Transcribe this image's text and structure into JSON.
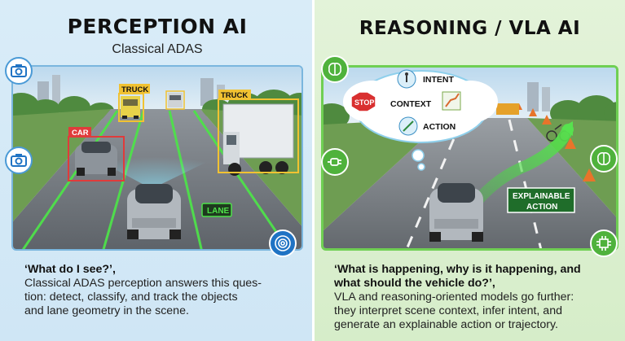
{
  "left": {
    "title": "PERCEPTION AI",
    "subtitle": "Classical ADAS",
    "labels": {
      "truck_1": "TRUCK",
      "truck_2": "TRUCK",
      "car": "CAR",
      "lane": "LANE"
    },
    "caption_heading": "‘What do I see?’,",
    "caption_lines": [
      "Classical ADAS perception answers this ques-",
      "tion: detect, classify, and track the objects",
      "and lane geometry in the scene."
    ],
    "icons": [
      "camera-icon",
      "camera-icon",
      "radar-icon"
    ]
  },
  "right": {
    "title": "REASONING / VLA AI",
    "thought": {
      "intent": "INTENT",
      "stop": "STOP",
      "context": "CONTEXT",
      "action": "ACTION"
    },
    "explainable_lines": [
      "EXPLAINABLE",
      "ACTION"
    ],
    "caption_heading_lines": [
      "‘What is happening, why is it happening, and",
      "what should the vehicle do?’,"
    ],
    "caption_lines": [
      "VLA and reasoning-oriented models go further:",
      "they interpret scene context, infer intent, and",
      "generate an explainable action or trajectory."
    ],
    "icons": [
      "brain-icon",
      "plug-icon",
      "brain-icon",
      "chip-icon"
    ]
  },
  "colors": {
    "truck_box": "#f1c232",
    "car_box": "#e03b3b",
    "lane": "#4ee24a",
    "green_accent": "#4fb23c",
    "blue_accent": "#4a9ad6"
  }
}
